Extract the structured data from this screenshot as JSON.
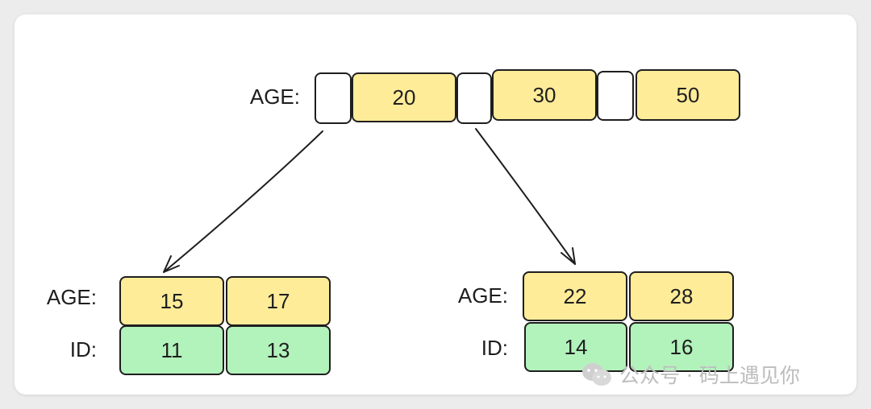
{
  "root": {
    "label": "AGE:",
    "keys": [
      "20",
      "30",
      "50"
    ]
  },
  "left_leaf": {
    "age_label": "AGE:",
    "id_label": "ID:",
    "ages": [
      "15",
      "17"
    ],
    "ids": [
      "11",
      "13"
    ]
  },
  "right_leaf": {
    "age_label": "AGE:",
    "id_label": "ID:",
    "ages": [
      "22",
      "28"
    ],
    "ids": [
      "14",
      "16"
    ]
  },
  "watermark": {
    "icon": "wechat-icon",
    "text": "公众号 · 码上遇见你"
  },
  "colors": {
    "key_fill": "#ffec99",
    "id_fill": "#b2f2bb",
    "pointer_fill": "#ffffff",
    "stroke": "#1e1e1e"
  }
}
